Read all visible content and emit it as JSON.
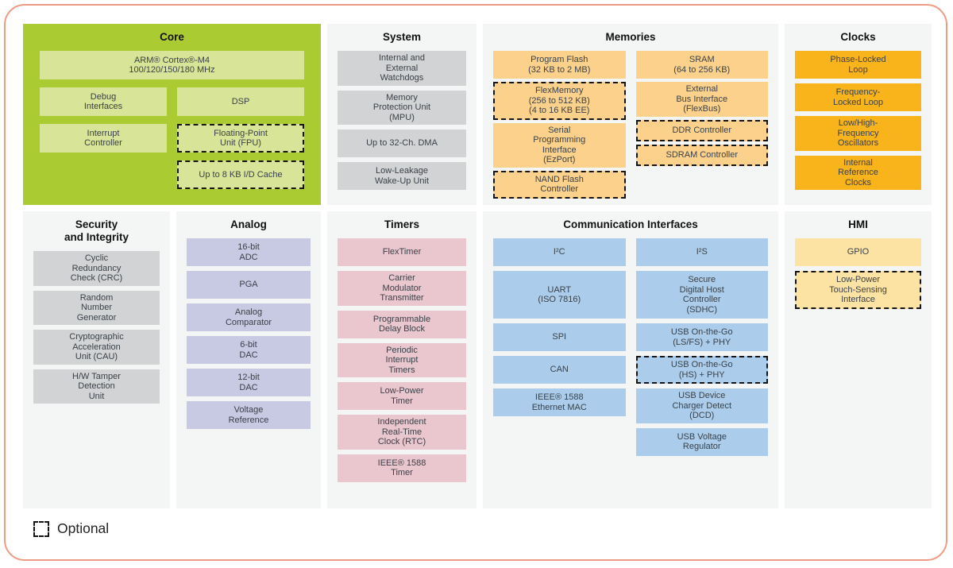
{
  "colors": {
    "frame_border": "#ed9c83",
    "panel_bg": "#f4f5f5",
    "core_bg": "#abcb33",
    "core_block": "#d8e497",
    "gray_block": "#d2d3d4",
    "memory_block": "#fbd18b",
    "clock_block": "#f9b31b",
    "analog_block": "#c8c9e3",
    "timer_block": "#eac6cf",
    "comm_block": "#abcdeb",
    "hmi_block": "#fce3a3",
    "block_text": "#3a4148",
    "title_text": "#111111"
  },
  "legend": {
    "label": "Optional"
  },
  "panels": {
    "core": {
      "title": "Core",
      "blocks": {
        "arm": "ARM® Cortex®-M4\n100/120/150/180 MHz",
        "debug": "Debug\nInterfaces",
        "dsp": "DSP",
        "interrupt": "Interrupt\nController",
        "fpu": "Floating-Point\nUnit (FPU)",
        "cache": "Up to 8 KB I/D Cache"
      }
    },
    "system": {
      "title": "System",
      "blocks": [
        "Internal and\nExternal\nWatchdogs",
        "Memory\nProtection Unit\n(MPU)",
        "Up to 32-Ch. DMA",
        "Low-Leakage\nWake-Up Unit"
      ]
    },
    "memories": {
      "title": "Memories",
      "left": [
        "Program Flash\n(32 KB to 2 MB)",
        "FlexMemory\n(256 to 512 KB)\n(4 to 16 KB EE)",
        "Serial\nProgramming\nInterface\n(EzPort)",
        "NAND Flash\nController"
      ],
      "right": [
        "SRAM\n(64 to 256 KB)",
        "External\nBus Interface\n(FlexBus)",
        "DDR Controller",
        "SDRAM Controller"
      ]
    },
    "clocks": {
      "title": "Clocks",
      "blocks": [
        "Phase-Locked\nLoop",
        "Frequency-\nLocked Loop",
        "Low/High-\nFrequency\nOscillators",
        "Internal\nReference\nClocks"
      ]
    },
    "security": {
      "title": "Security\nand Integrity",
      "blocks": [
        "Cyclic\nRedundancy\nCheck (CRC)",
        "Random\nNumber\nGenerator",
        "Cryptographic\nAcceleration\nUnit (CAU)",
        "H/W Tamper\nDetection\nUnit"
      ]
    },
    "analog": {
      "title": "Analog",
      "blocks": [
        "16-bit\nADC",
        "PGA",
        "Analog\nComparator",
        "6-bit\nDAC",
        "12-bit\nDAC",
        "Voltage\nReference"
      ]
    },
    "timers": {
      "title": "Timers",
      "blocks": [
        "FlexTimer",
        "Carrier\nModulator\nTransmitter",
        "Programmable\nDelay Block",
        "Periodic\nInterrupt\nTimers",
        "Low-Power\nTimer",
        "Independent\nReal-Time\nClock (RTC)",
        "IEEE® 1588\nTimer"
      ]
    },
    "comm": {
      "title": "Communication Interfaces",
      "left": [
        "I²C",
        "UART\n(ISO 7816)",
        "SPI",
        "CAN",
        "IEEE® 1588\nEthernet MAC"
      ],
      "right": [
        "I²S",
        "Secure\nDigital Host\nController\n(SDHC)",
        "USB On-the-Go\n(LS/FS) + PHY",
        "USB On-the-Go\n(HS) + PHY",
        "USB Device\nCharger Detect\n(DCD)",
        "USB Voltage\nRegulator"
      ]
    },
    "hmi": {
      "title": "HMI",
      "blocks": [
        "GPIO",
        "Low-Power\nTouch-Sensing\nInterface"
      ]
    }
  }
}
